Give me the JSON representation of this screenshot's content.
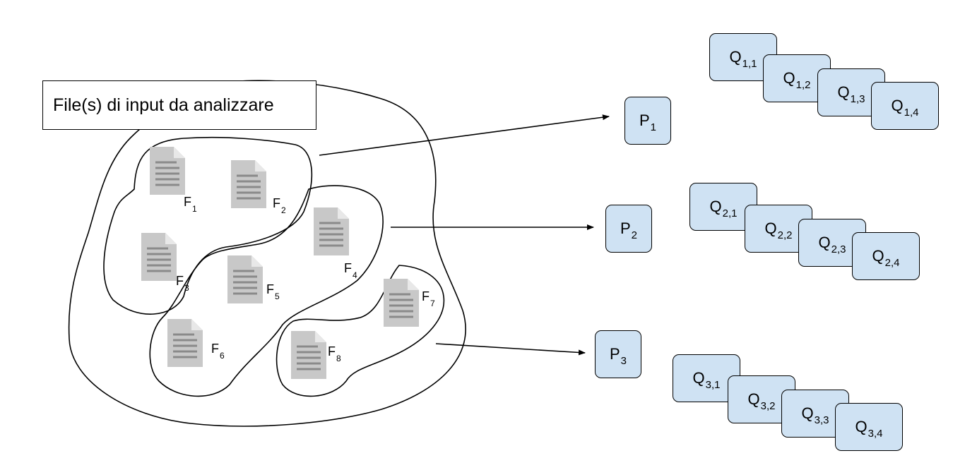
{
  "title": "File(s) di input da analizzare",
  "files": [
    {
      "letter": "F",
      "sub": "1"
    },
    {
      "letter": "F",
      "sub": "2"
    },
    {
      "letter": "F",
      "sub": "3"
    },
    {
      "letter": "F",
      "sub": "4"
    },
    {
      "letter": "F",
      "sub": "5"
    },
    {
      "letter": "F",
      "sub": "6"
    },
    {
      "letter": "F",
      "sub": "7"
    },
    {
      "letter": "F",
      "sub": "8"
    }
  ],
  "processes": [
    {
      "letter": "P",
      "sub": "1"
    },
    {
      "letter": "P",
      "sub": "2"
    },
    {
      "letter": "P",
      "sub": "3"
    }
  ],
  "queues": [
    [
      {
        "letter": "Q",
        "sub": "1,1"
      },
      {
        "letter": "Q",
        "sub": "1,2"
      },
      {
        "letter": "Q",
        "sub": "1,3"
      },
      {
        "letter": "Q",
        "sub": "1,4"
      }
    ],
    [
      {
        "letter": "Q",
        "sub": "2,1"
      },
      {
        "letter": "Q",
        "sub": "2,2"
      },
      {
        "letter": "Q",
        "sub": "2,3"
      },
      {
        "letter": "Q",
        "sub": "2,4"
      }
    ],
    [
      {
        "letter": "Q",
        "sub": "3,1"
      },
      {
        "letter": "Q",
        "sub": "3,2"
      },
      {
        "letter": "Q",
        "sub": "3,3"
      },
      {
        "letter": "Q",
        "sub": "3,4"
      }
    ]
  ],
  "colors": {
    "box_fill": "#cfe2f3",
    "doc_icon": "#c8c8c8",
    "stroke": "#000000"
  }
}
